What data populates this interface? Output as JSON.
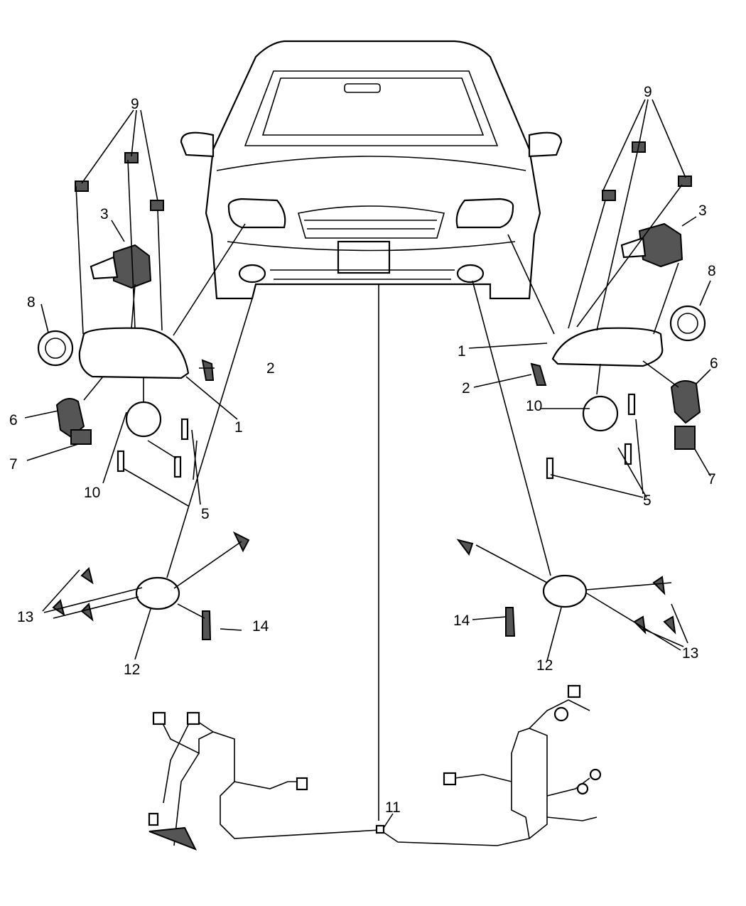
{
  "diagram": {
    "callouts_left": {
      "c9": "9",
      "c3": "3",
      "c8": "8",
      "c2": "2",
      "c1": "1",
      "c6": "6",
      "c7": "7",
      "c10": "10",
      "c5": "5",
      "c13": "13",
      "c14": "14",
      "c12": "12"
    },
    "callouts_right": {
      "c9": "9",
      "c3": "3",
      "c8": "8",
      "c1": "1",
      "c2": "2",
      "c6": "6",
      "c10": "10",
      "c7": "7",
      "c5": "5",
      "c14": "14",
      "c12": "12",
      "c13": "13"
    },
    "callout_center": {
      "c11": "11"
    }
  }
}
